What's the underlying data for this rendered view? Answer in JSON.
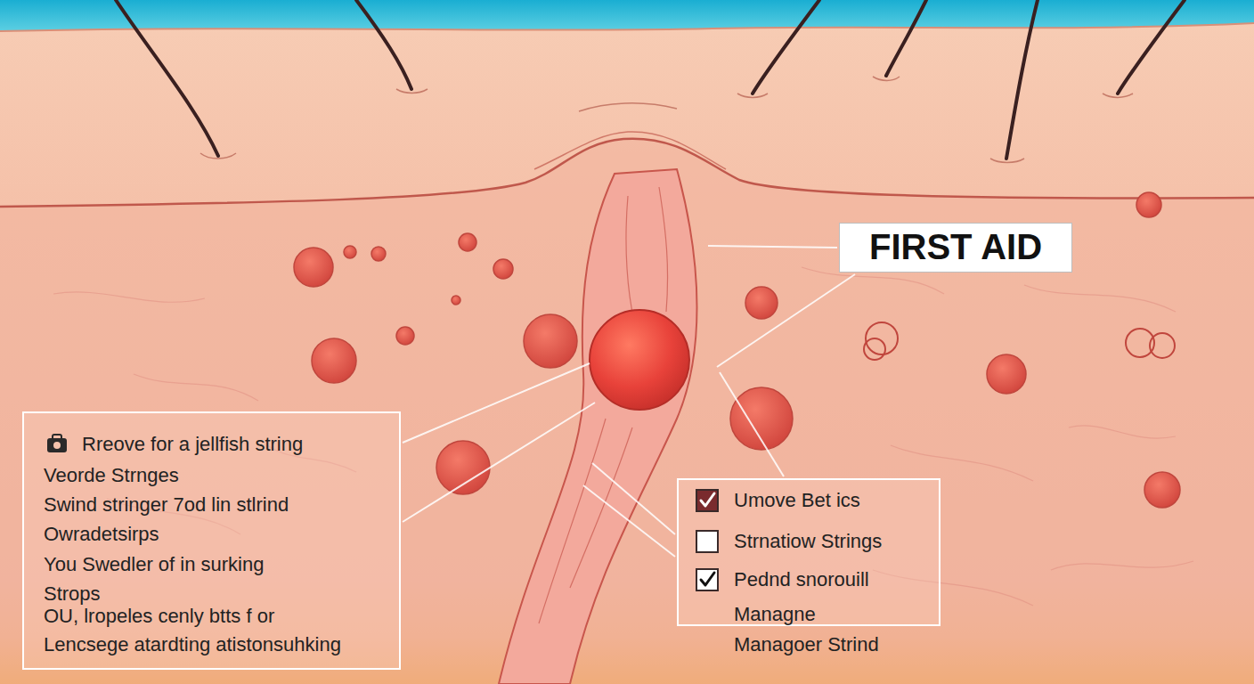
{
  "diagram": {
    "nodes": [
      {
        "text": [
          "FIRST AID"
        ]
      },
      {
        "text": [
          "Rreove for a jellfish string",
          "Veorde Strnges",
          "Swind stringer 7od lin stlrind",
          "Owradetsirps",
          "You Swedler of in surking",
          "Strops",
          "OU, lropeles cenly btts f or",
          "Lencsege atardting atistonsuhking"
        ]
      },
      {
        "text": [
          "Umove Bet ics",
          "Strnatiow Strings",
          "Pednd snorouill",
          "Managne",
          "Managoer Strind"
        ]
      }
    ]
  }
}
